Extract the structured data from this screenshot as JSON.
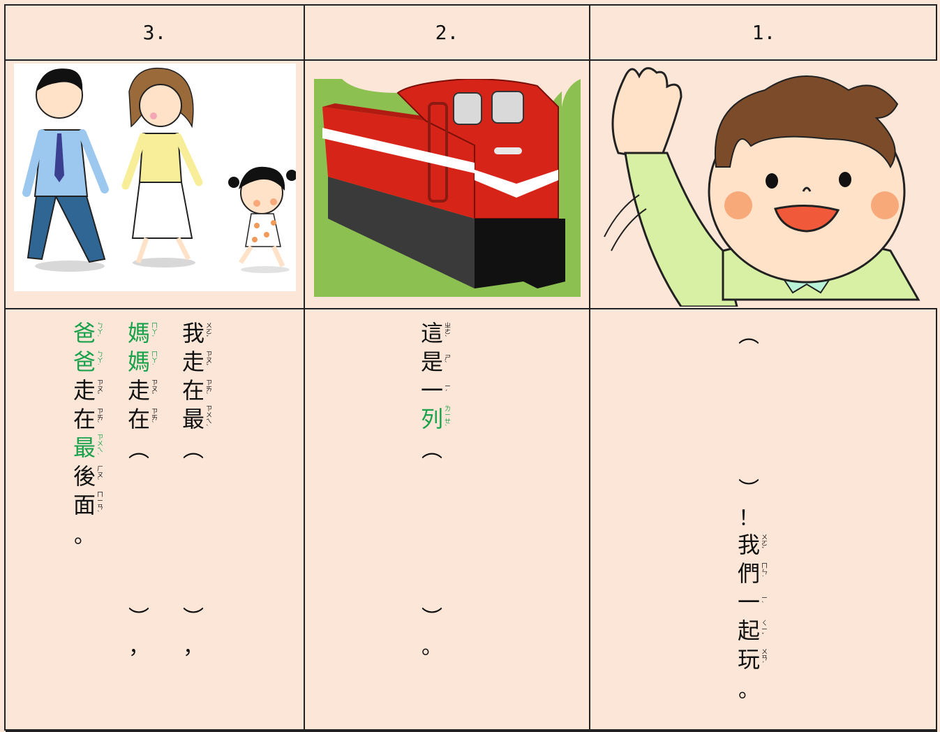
{
  "headers": [
    "3.",
    "2.",
    "1."
  ],
  "images": {
    "family": "family-walking-illustration",
    "train": "red-train-illustration",
    "boy": "waving-boy-illustration"
  },
  "col3a": [
    {
      "h": "爸",
      "z": [
        "ㄅ",
        "ㄚ",
        "ˋ"
      ],
      "green": true
    },
    {
      "h": "爸",
      "z": [
        "ㄅ",
        "ㄚ",
        "˙"
      ],
      "green": true
    },
    {
      "h": "走",
      "z": [
        "ㄗ",
        "ㄡ",
        "ˇ"
      ]
    },
    {
      "h": "在",
      "z": [
        "ㄗ",
        "ㄞ",
        "ˋ"
      ]
    },
    {
      "h": "最",
      "z": [
        "ㄗ",
        "ㄨ",
        "ㄟ",
        "ˋ"
      ],
      "green": true
    },
    {
      "h": "後",
      "z": [
        "ㄏ",
        "ㄡ",
        "ˋ"
      ]
    },
    {
      "h": "面",
      "z": [
        "ㄇ",
        "ㄧ",
        "ㄢ",
        "ˋ"
      ]
    },
    {
      "p": "。"
    }
  ],
  "col3b": {
    "chars": [
      {
        "h": "媽",
        "z": [
          "ㄇ",
          "ㄚ",
          "ˉ"
        ],
        "green": true
      },
      {
        "h": "媽",
        "z": [
          "ㄇ",
          "ㄚ",
          "˙"
        ],
        "green": true
      },
      {
        "h": "走",
        "z": [
          "ㄗ",
          "ㄡ",
          "ˇ"
        ]
      },
      {
        "h": "在",
        "z": [
          "ㄗ",
          "ㄞ",
          "ˋ"
        ]
      }
    ],
    "open": "︵",
    "close": "︶",
    "tail": "，"
  },
  "col3c": {
    "chars": [
      {
        "h": "我",
        "z": [
          "ㄨ",
          "ㄛ",
          "ˇ"
        ]
      },
      {
        "h": "走",
        "z": [
          "ㄗ",
          "ㄡ",
          "ˇ"
        ]
      },
      {
        "h": "在",
        "z": [
          "ㄗ",
          "ㄞ",
          "ˋ"
        ]
      },
      {
        "h": "最",
        "z": [
          "ㄗ",
          "ㄨ",
          "ㄟ",
          "ˋ"
        ]
      }
    ],
    "open": "︵",
    "close": "︶",
    "tail": "，"
  },
  "col2": {
    "chars": [
      {
        "h": "這",
        "z": [
          "ㄓ",
          "ㄜ",
          "ˋ"
        ]
      },
      {
        "h": "是",
        "z": [
          "ㄕ",
          "ˋ"
        ]
      },
      {
        "h": "一",
        "z": [
          "ㄧ",
          "ˊ"
        ]
      },
      {
        "h": "列",
        "z": [
          "ㄌ",
          "ㄧ",
          "ㄝ",
          "ˋ"
        ],
        "green": true
      }
    ],
    "open": "︵",
    "close": "︶",
    "tail": "。"
  },
  "col1": {
    "open": "︵",
    "close": "︶",
    "chars": [
      {
        "h": "我",
        "z": [
          "ㄨ",
          "ㄛ",
          "ˇ"
        ]
      },
      {
        "h": "們",
        "z": [
          "ㄇ",
          "ㄣ",
          "˙"
        ]
      },
      {
        "h": "一",
        "z": [
          "ㄧ",
          "ˋ"
        ]
      },
      {
        "h": "起",
        "z": [
          "ㄑ",
          "ㄧ",
          "ˇ"
        ]
      },
      {
        "h": "玩",
        "z": [
          "ㄨ",
          "ㄢ",
          "ˊ"
        ]
      }
    ],
    "excl": "！",
    "tail": "。"
  }
}
